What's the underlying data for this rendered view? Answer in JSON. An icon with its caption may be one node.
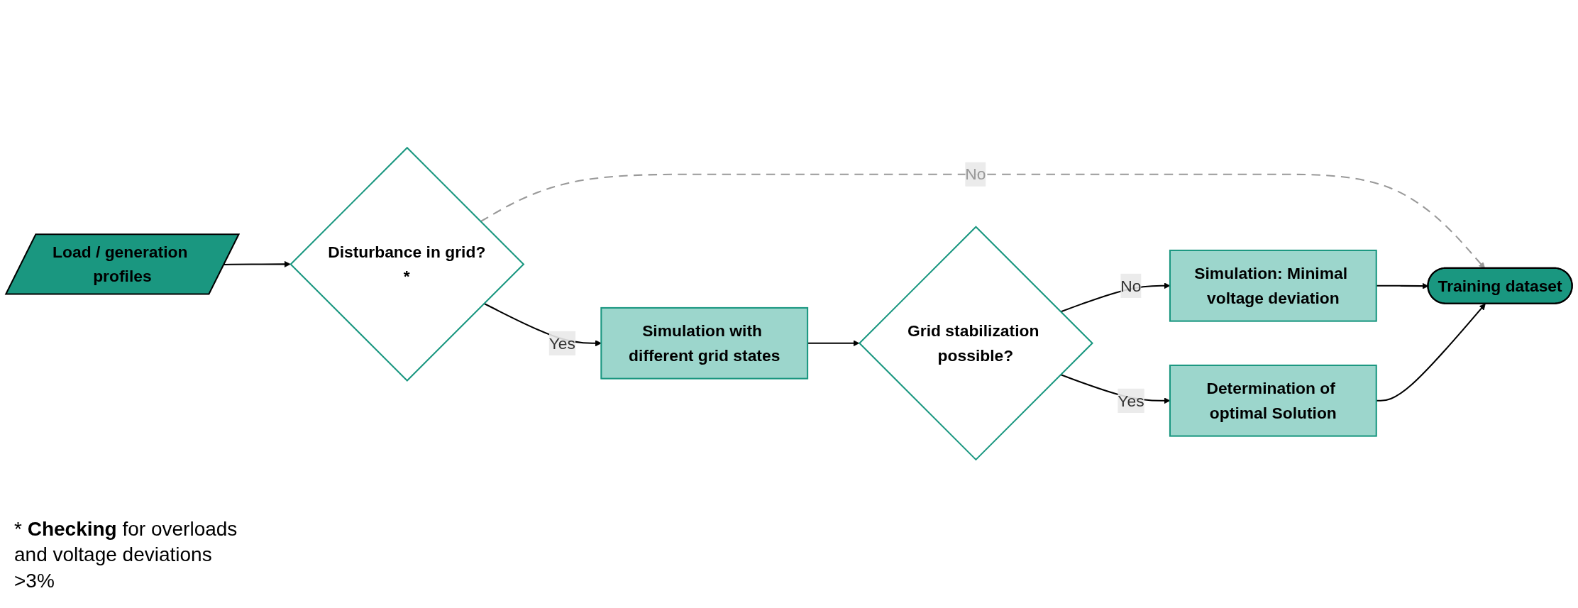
{
  "diagram": {
    "nodes": [
      {
        "text": [
          "Load / generation profiles"
        ]
      },
      {
        "text": [
          "Disturbance in grid?*"
        ]
      },
      {
        "text": [
          "Simulation with different grid states"
        ]
      },
      {
        "text": [
          "Grid stabilization possible?"
        ]
      },
      {
        "text": [
          "Determination of optimal Solution"
        ]
      },
      {
        "text": [
          "Simulation: Minimal voltage deviation"
        ]
      },
      {
        "text": [
          "Training dataset"
        ]
      }
    ],
    "edges": [
      {
        "from": 0,
        "to": 1,
        "arrow": "to"
      },
      {
        "from": 1,
        "to": 2,
        "arrow": "to",
        "label": "Yes"
      },
      {
        "from": 1,
        "to": 6,
        "arrow": "to",
        "label": "No",
        "style": "dashed",
        "color": "#999999"
      },
      {
        "from": 2,
        "to": 3,
        "arrow": "to"
      },
      {
        "from": 3,
        "to": 4,
        "arrow": "to",
        "label": "Yes"
      },
      {
        "from": 3,
        "to": 5,
        "arrow": "to",
        "label": "No"
      },
      {
        "from": 5,
        "to": 6,
        "arrow": "to"
      },
      {
        "from": 4,
        "to": 6,
        "arrow": "to"
      }
    ],
    "labels": [
      "* **Checking** for overloads and voltage deviations >3%"
    ]
  }
}
